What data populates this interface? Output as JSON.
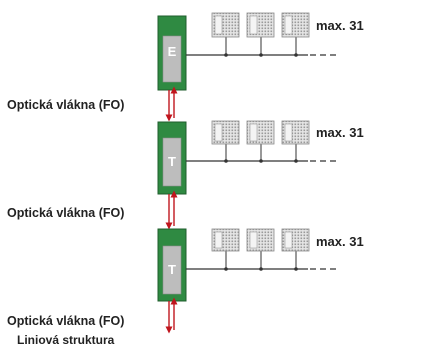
{
  "colors": {
    "frame_green": "#2f8a42",
    "unit_face": "#bdbdbd",
    "fiber_red": "#c0151d",
    "line": "#333333",
    "text": "#222222"
  },
  "stages": [
    {
      "unit_letter": "E",
      "max_label": "max. 31",
      "device_count": 3
    },
    {
      "unit_letter": "T",
      "max_label": "max. 31",
      "device_count": 3
    },
    {
      "unit_letter": "T",
      "max_label": "max. 31",
      "device_count": 3
    }
  ],
  "fiber_labels": [
    "Optická vlákna (FO)",
    "Optická vlákna (FO)",
    "Optická vlákna (FO)"
  ],
  "caption": "Liniová struktura"
}
